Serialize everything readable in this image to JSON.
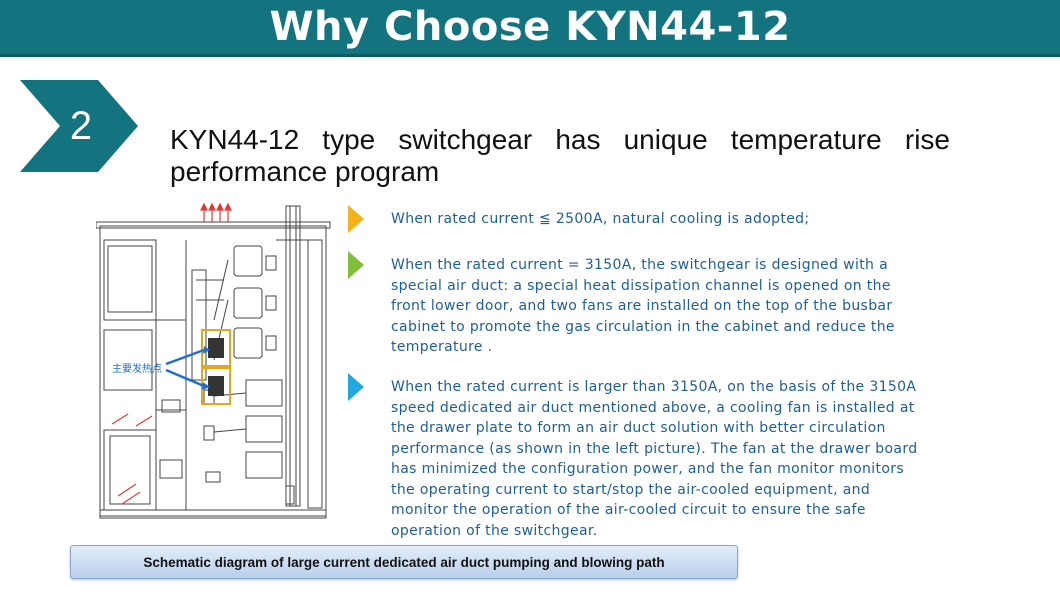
{
  "header": {
    "title": "Why Choose KYN44-12"
  },
  "section": {
    "number": "2"
  },
  "subtitle": "KYN44-12 type switchgear has unique temperature rise performance program",
  "diagram": {
    "label": "主要发热点"
  },
  "bullets": [
    {
      "marker_color": "#f3b21b",
      "text": "When rated current ≦ 2500A, natural cooling is adopted;"
    },
    {
      "marker_color": "#7fbf3a",
      "text": "When the rated current = 3150A, the switchgear is designed with a special air duct: a special heat dissipation channel is opened on the front lower door, and two fans are installed on the top of the busbar cabinet to promote the gas circulation in the cabinet and reduce the temperature ."
    },
    {
      "marker_color": "#22a7e0",
      "text": "When the rated current is larger than 3150A, on the basis of the 3150A speed dedicated air duct mentioned above, a cooling fan is installed at the drawer plate to form an air duct solution with better circulation performance (as shown in the left picture). The fan at the drawer board has minimized the configuration power, and the fan monitor monitors the operating current to start/stop the air-cooled equipment, and monitor the operation of the air-cooled circuit to ensure the safe operation of the switchgear."
    }
  ],
  "caption": "Schematic diagram of large current dedicated air duct pumping and blowing path",
  "colors": {
    "header_bg": "#13737f",
    "chevron": "#13737f",
    "text_blue": "#1f5f97",
    "arrow_red": "#e03b3b",
    "hotspot": "#e6a817"
  }
}
